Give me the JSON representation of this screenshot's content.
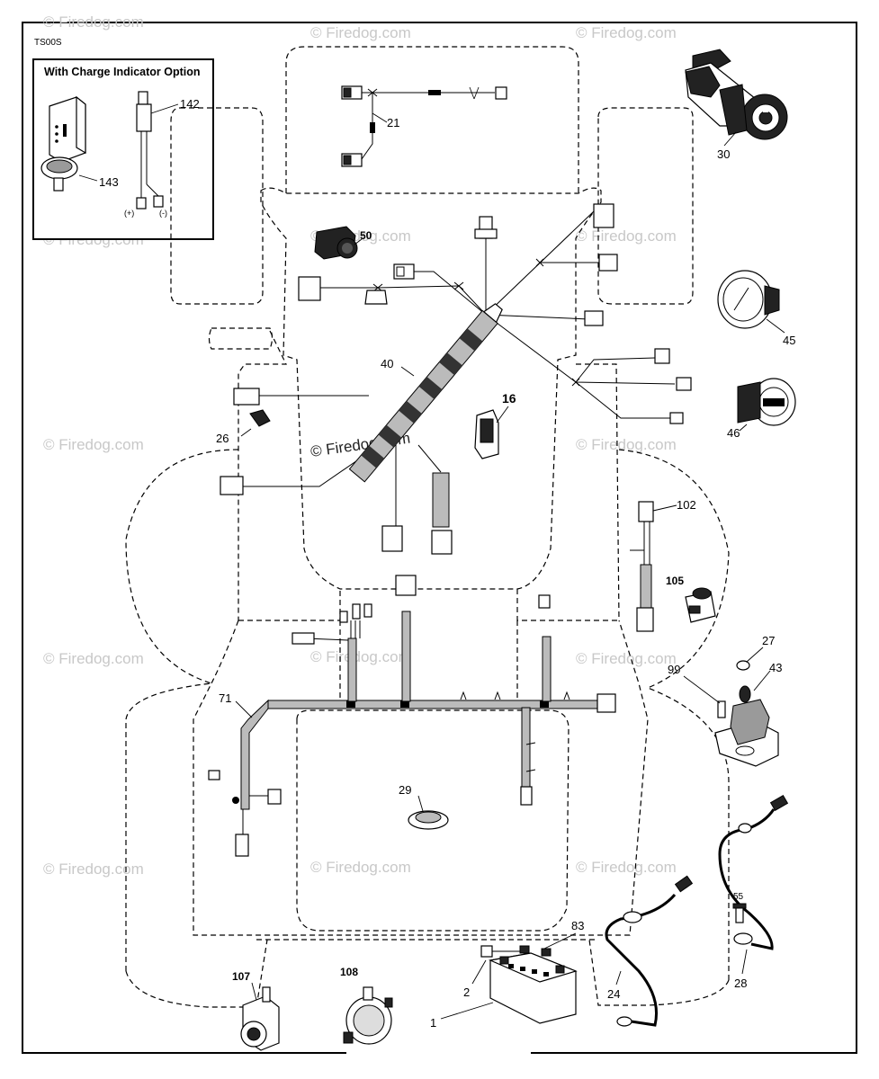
{
  "diagram_code": "TS00S",
  "inset": {
    "title": "With Charge Indicator Option",
    "plus_label": "(+)",
    "minus_label": "(-)"
  },
  "watermark": "© Firedog.com",
  "callouts": {
    "c1": "1",
    "c2": "2",
    "c16": "16",
    "c21": "21",
    "c24": "24",
    "c26": "26",
    "c27": "27",
    "c28": "28",
    "c29": "29",
    "c30": "30",
    "c40": "40",
    "c43": "43",
    "c45": "45",
    "c46": "46",
    "c50": "50",
    "c55": "55",
    "c71": "71",
    "c83": "83",
    "c99": "99",
    "c102": "102",
    "c105": "105",
    "c107": "107",
    "c108": "108",
    "c142": "142",
    "c143": "143"
  }
}
